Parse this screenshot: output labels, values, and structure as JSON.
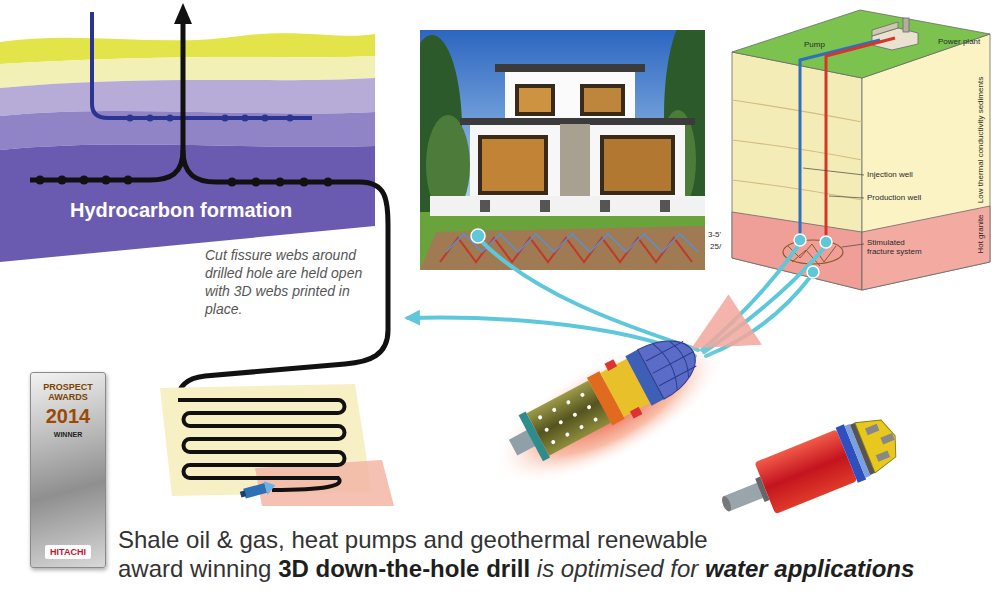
{
  "diagram": {
    "nodes": [
      {
        "text": [
          "Hydrocarbon formation"
        ]
      },
      {
        "text": [
          "PROSPECT AWARDS",
          "2014",
          "WINNER",
          "HITACHI"
        ]
      }
    ],
    "labels": [
      "Cut fissure webs around drilled hole are held open with 3D webs printed in place.",
      "Power plant",
      "Pump",
      "Injection well",
      "Production well",
      "Stimulated fracture system",
      "Low thermal conductivity sediments",
      "Hot granite",
      "3-5'",
      "25/",
      "Shale oil & gas, heat pumps and geothermal renewable",
      "award winning",
      "3D down-the-hole drill",
      "is optimised for",
      "water applications"
    ]
  }
}
